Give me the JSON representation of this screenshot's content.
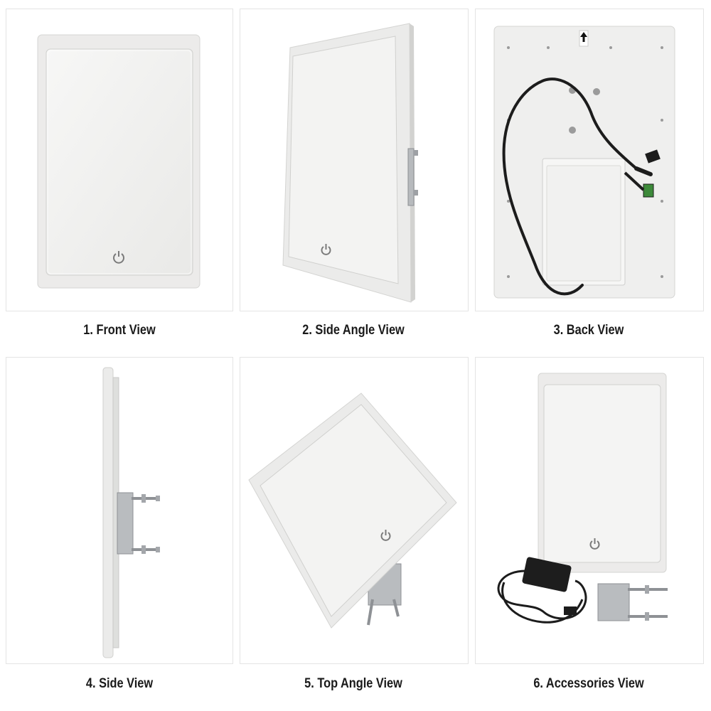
{
  "views": [
    {
      "caption": "1. Front View"
    },
    {
      "caption": "2. Side Angle View"
    },
    {
      "caption": "3. Back View"
    },
    {
      "caption": "4. Side View"
    },
    {
      "caption": "5. Top Angle View"
    },
    {
      "caption": "6. Accessories View"
    }
  ],
  "icons": {
    "power": "power-icon",
    "arrow": "arrow-up-icon"
  },
  "colors": {
    "panel_white": "#f4f4f3",
    "panel_shadow": "#d9d9d7",
    "cable": "#1c1c1c",
    "steel": "#b9bcbf",
    "connector_green": "#3d8a3a"
  }
}
